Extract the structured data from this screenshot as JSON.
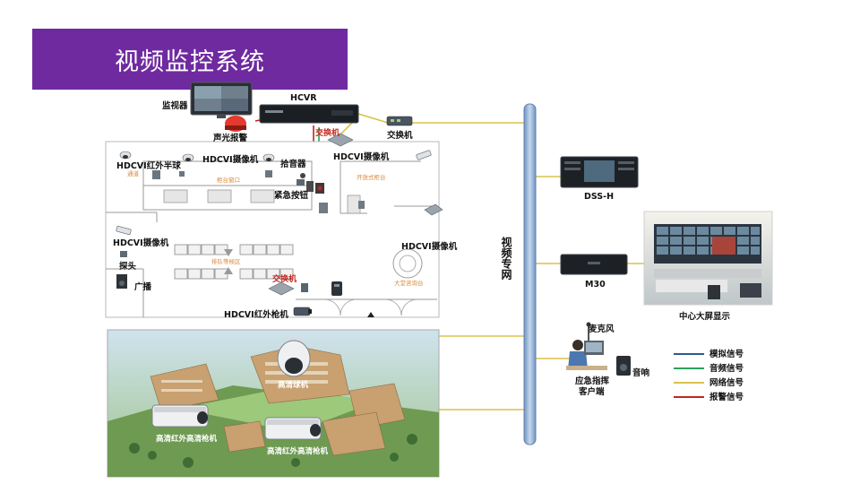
{
  "title": "视频监控系统",
  "colors": {
    "title_bg": "#6f2aa0",
    "analog": "#2b5c8a",
    "audio": "#2aa35a",
    "network": "#d8c24a",
    "alarm": "#c0271e",
    "backbone": "#8fb0d6"
  },
  "top_devices": {
    "monitor": "监视器",
    "hcvr": "HCVR",
    "siren": "声光报警",
    "switch_top": "交换机"
  },
  "floorplan": {
    "switch": "交换机",
    "hdcvi_ir_dome": "HDCVI红外半球",
    "hdcvi_camera_1": "HDCVI摄像机",
    "pickup": "拾音器",
    "hdcvi_camera_2": "HDCVI摄像机",
    "panic_button": "紧急按钮",
    "hdcvi_camera_3": "HDCVI摄像机",
    "hdcvi_camera_4": "HDCVI摄像机",
    "probe": "探头",
    "broadcast": "广播",
    "switch_bottom": "交换机",
    "hdcvi_ir_bullet": "HDCVI红外枪机",
    "room_1": "通道",
    "room_2": "柜台窗口",
    "room_3": "开放式柜台",
    "room_4": "排队等候区",
    "room_5": "大堂咨询台"
  },
  "backbone": {
    "label": "视频专网"
  },
  "right_devices": {
    "dss": "DSS-H",
    "m30": "M30",
    "video_wall": "中心大屏显示",
    "microphone": "麦克风",
    "client": "应急指挥客户端",
    "speaker": "音响"
  },
  "campus": {
    "hd_dome": "高清球机",
    "hd_ir_bullet_1": "高清红外高清枪机",
    "hd_ir_bullet_2": "高清红外高清枪机"
  },
  "legend": {
    "analog": "模拟信号",
    "audio": "音频信号",
    "network": "网络信号",
    "alarm": "报警信号"
  }
}
